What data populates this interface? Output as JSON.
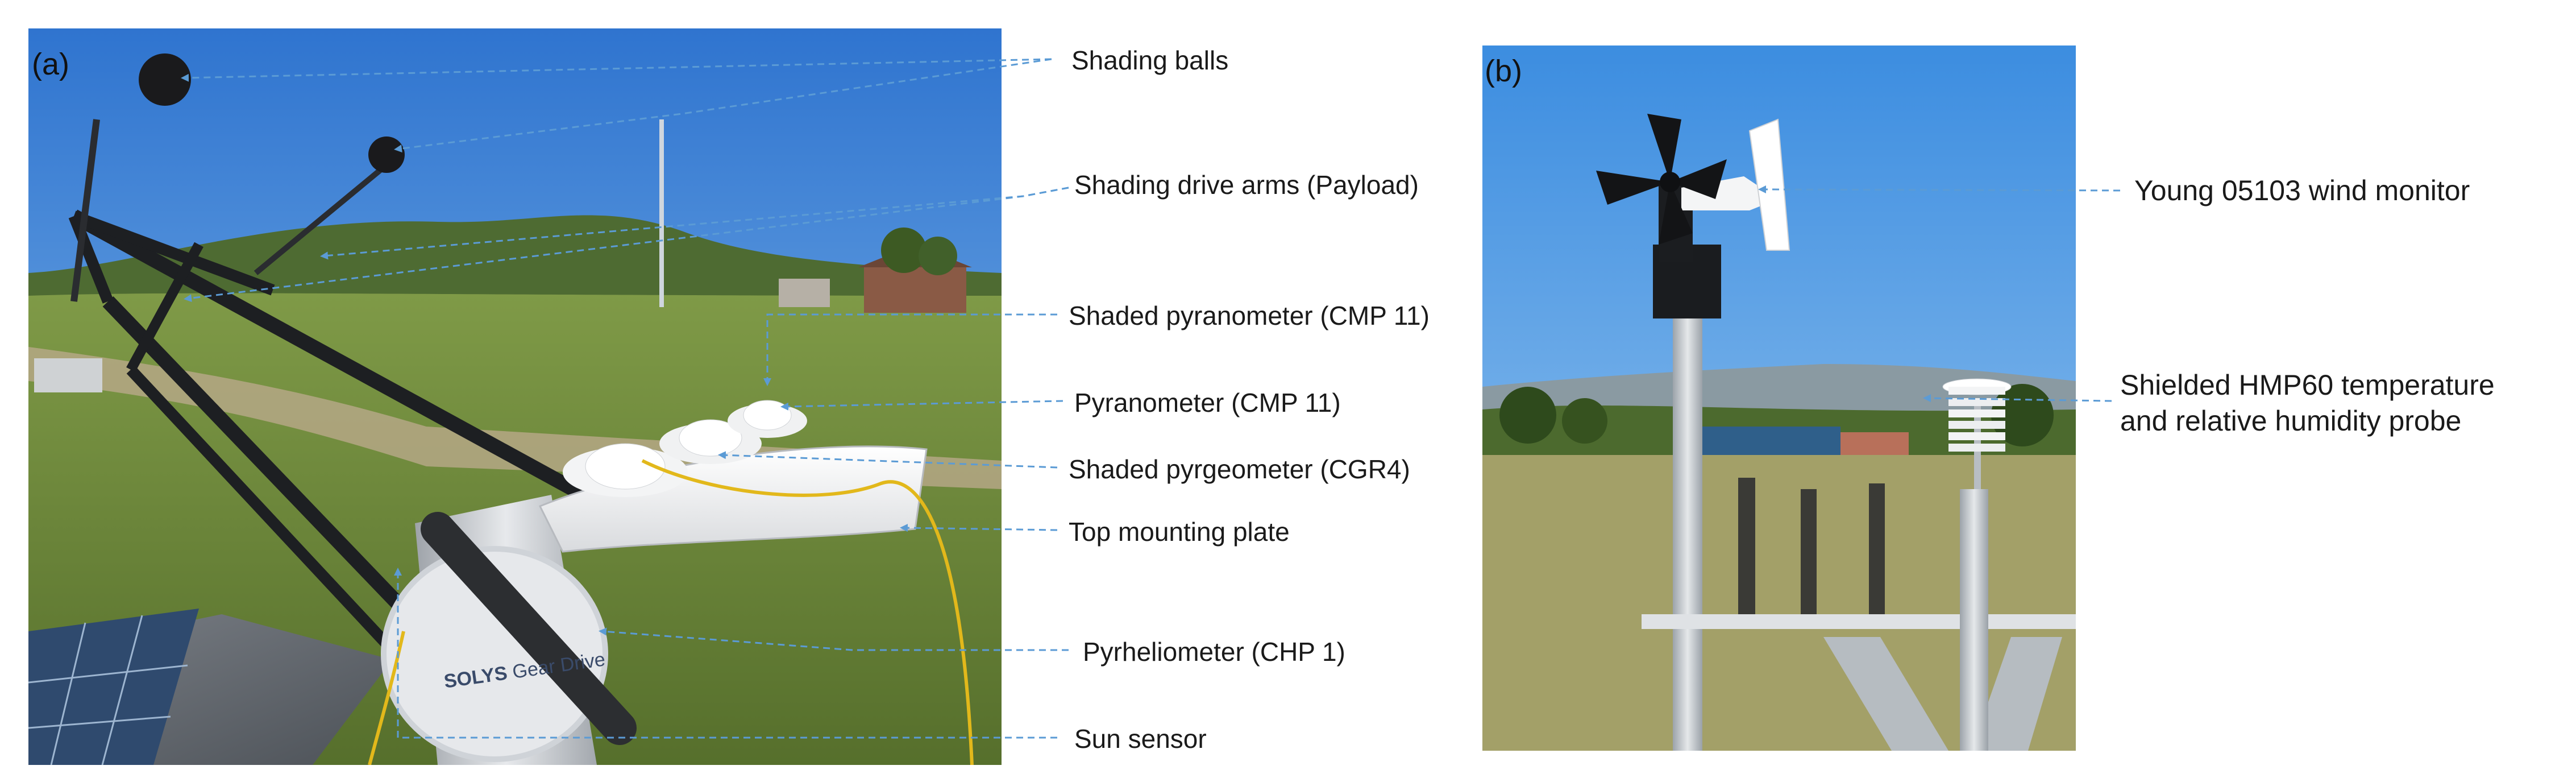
{
  "panels": {
    "a": {
      "label": "(a)"
    },
    "b": {
      "label": "(b)"
    }
  },
  "callouts_a": [
    "Shading balls",
    "Shading drive arms (Payload)",
    "Shaded pyranometer (CMP 11)",
    "Pyranometer (CMP 11)",
    "Shaded pyrgeometer (CGR4)",
    "Top mounting plate",
    "Pyrheliometer (CHP 1)",
    "Sun sensor"
  ],
  "callouts_b": [
    "Young 05103 wind monitor",
    "Shielded HMP60 temperature",
    "and relative humidity probe"
  ],
  "device_text": {
    "brand": "SOLYS",
    "model": "Gear Drive"
  },
  "colors": {
    "leader_line": "#5b9bd5",
    "sky": "#3f86d6",
    "grass": "#6f8c3c",
    "metal": "#c9ccd0"
  }
}
